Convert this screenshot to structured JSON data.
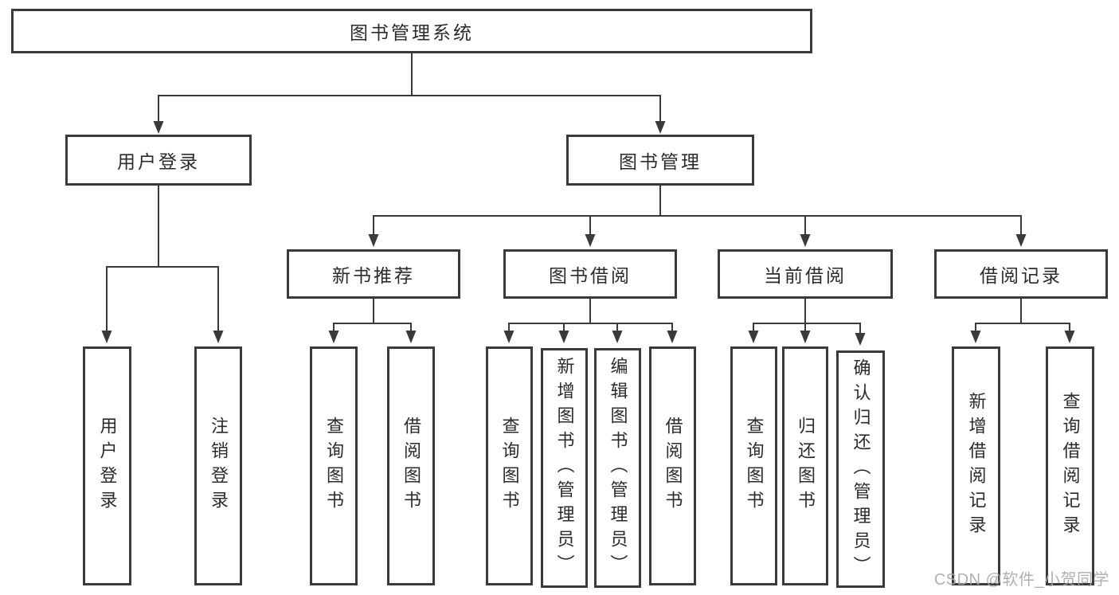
{
  "page": {
    "background": "#ffffff"
  },
  "colors": {
    "line": "#3a3a3a",
    "box_border": "#3a3a3a",
    "box_fill": "#ffffff",
    "label_text": "#2b2b2b",
    "watermark_text": "#a8a8a8"
  },
  "watermark": {
    "text": "CSDN @软件_小贺同学"
  },
  "diagram": {
    "type": "hierarchy-tree",
    "title": "图书管理系统",
    "nodes": [
      {
        "id": "library-system",
        "label": "图书管理系统",
        "level": 1,
        "parent": null
      },
      {
        "id": "user-login-branch",
        "label": "用户登录",
        "level": 2,
        "parent": "library-system"
      },
      {
        "id": "book-management",
        "label": "图书管理",
        "level": 2,
        "parent": "library-system"
      },
      {
        "id": "new-book-recommend",
        "label": "新书推荐",
        "level": 3,
        "parent": "book-management"
      },
      {
        "id": "book-borrowing",
        "label": "图书借阅",
        "level": 3,
        "parent": "book-management"
      },
      {
        "id": "current-borrowing",
        "label": "当前借阅",
        "level": 3,
        "parent": "book-management"
      },
      {
        "id": "borrowing-records",
        "label": "借阅记录",
        "level": 3,
        "parent": "book-management"
      },
      {
        "id": "user-login",
        "label": "用户登录",
        "level": 4,
        "parent": "user-login-branch"
      },
      {
        "id": "user-logout",
        "label": "注销登录",
        "level": 4,
        "parent": "user-login-branch"
      },
      {
        "id": "nb-query-books",
        "label": "查询图书",
        "level": 4,
        "parent": "new-book-recommend"
      },
      {
        "id": "nb-borrow-books",
        "label": "借阅图书",
        "level": 4,
        "parent": "new-book-recommend"
      },
      {
        "id": "bb-query-books",
        "label": "查询图书",
        "level": 4,
        "parent": "book-borrowing"
      },
      {
        "id": "bb-add-books",
        "label": "新增图书（管理员）",
        "level": 4,
        "parent": "book-borrowing"
      },
      {
        "id": "bb-edit-books",
        "label": "编辑图书（管理员）",
        "level": 4,
        "parent": "book-borrowing"
      },
      {
        "id": "bb-borrow-books",
        "label": "借阅图书",
        "level": 4,
        "parent": "book-borrowing"
      },
      {
        "id": "cb-query-books",
        "label": "查询图书",
        "level": 4,
        "parent": "current-borrowing"
      },
      {
        "id": "cb-return-books",
        "label": "归还图书",
        "level": 4,
        "parent": "current-borrowing"
      },
      {
        "id": "cb-confirm-return",
        "label": "确认归还（管理员）",
        "level": 4,
        "parent": "current-borrowing"
      },
      {
        "id": "br-add-record",
        "label": "新增借阅记录",
        "level": 4,
        "parent": "borrowing-records"
      },
      {
        "id": "br-query-record",
        "label": "查询借阅记录",
        "level": 4,
        "parent": "borrowing-records"
      }
    ]
  }
}
